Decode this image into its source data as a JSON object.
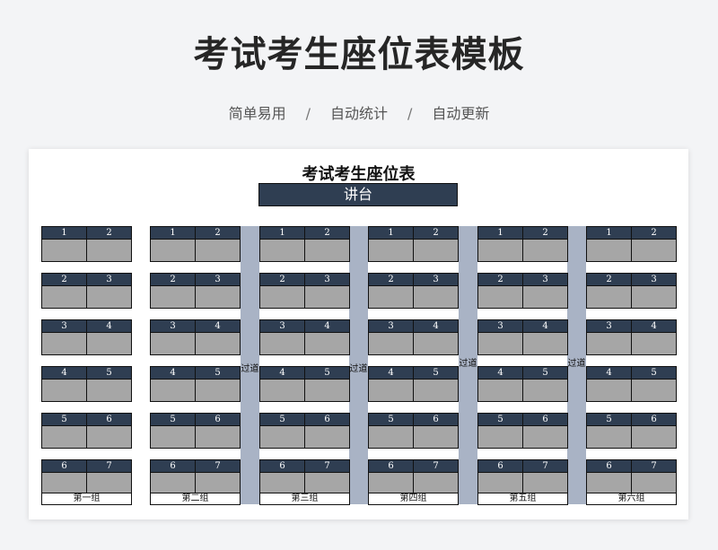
{
  "page": {
    "title": "考试考生座位表模板",
    "features": [
      "简单易用",
      "自动统计",
      "自动更新"
    ],
    "separator": "/"
  },
  "sheet": {
    "title": "考试考生座位表",
    "podium": "讲台",
    "aisle_label": "过道",
    "groups": [
      {
        "label": "第一组",
        "rows": [
          [
            "1",
            "2"
          ],
          [
            "2",
            "3"
          ],
          [
            "3",
            "4"
          ],
          [
            "4",
            "5"
          ],
          [
            "5",
            "6"
          ],
          [
            "6",
            "7"
          ]
        ]
      },
      {
        "label": "第二组",
        "rows": [
          [
            "1",
            "2"
          ],
          [
            "2",
            "3"
          ],
          [
            "3",
            "4"
          ],
          [
            "4",
            "5"
          ],
          [
            "5",
            "6"
          ],
          [
            "6",
            "7"
          ]
        ]
      },
      {
        "label": "第三组",
        "rows": [
          [
            "1",
            "2"
          ],
          [
            "2",
            "3"
          ],
          [
            "3",
            "4"
          ],
          [
            "4",
            "5"
          ],
          [
            "5",
            "6"
          ],
          [
            "6",
            "7"
          ]
        ]
      },
      {
        "label": "第四组",
        "rows": [
          [
            "1",
            "2"
          ],
          [
            "2",
            "3"
          ],
          [
            "3",
            "4"
          ],
          [
            "4",
            "5"
          ],
          [
            "5",
            "6"
          ],
          [
            "6",
            "7"
          ]
        ]
      },
      {
        "label": "第五组",
        "rows": [
          [
            "1",
            "2"
          ],
          [
            "2",
            "3"
          ],
          [
            "3",
            "4"
          ],
          [
            "4",
            "5"
          ],
          [
            "5",
            "6"
          ],
          [
            "6",
            "7"
          ]
        ]
      },
      {
        "label": "第六组",
        "rows": [
          [
            "1",
            "2"
          ],
          [
            "2",
            "3"
          ],
          [
            "3",
            "4"
          ],
          [
            "4",
            "5"
          ],
          [
            "5",
            "6"
          ],
          [
            "6",
            "7"
          ]
        ]
      }
    ]
  },
  "colors": {
    "header_fill": "#2f3e52",
    "seat_fill": "#a6a6a6",
    "aisle_fill": "#a9b3c5"
  }
}
